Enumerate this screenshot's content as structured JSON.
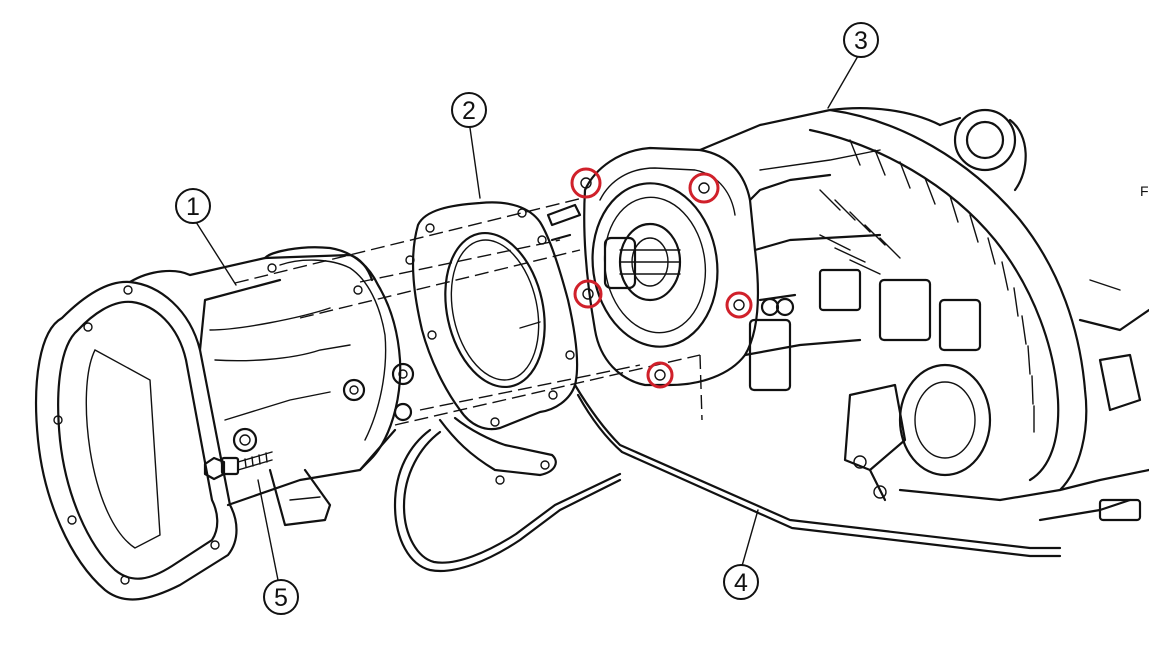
{
  "callouts": [
    {
      "label": "1"
    },
    {
      "label": "2"
    },
    {
      "label": "3"
    },
    {
      "label": "4"
    },
    {
      "label": "5"
    }
  ],
  "edge_text": "F",
  "colors": {
    "line": "#111111",
    "highlight": "#d0202a",
    "background": "#ffffff"
  }
}
